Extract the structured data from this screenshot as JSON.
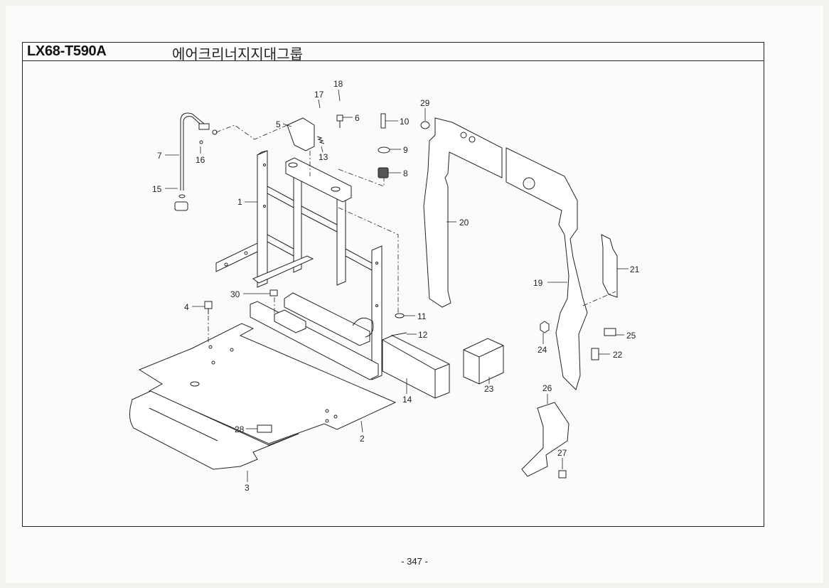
{
  "header": {
    "model_code": "LX68-T590A",
    "group_name": "에어크리너지지대그룹"
  },
  "callouts": [
    "1",
    "2",
    "3",
    "4",
    "5",
    "6",
    "7",
    "8",
    "9",
    "10",
    "11",
    "12",
    "13",
    "14",
    "15",
    "16",
    "17",
    "18",
    "19",
    "20",
    "21",
    "22",
    "23",
    "24",
    "25",
    "26",
    "27",
    "28",
    "29",
    "30"
  ],
  "footer": {
    "page_number": "- 347 -"
  }
}
